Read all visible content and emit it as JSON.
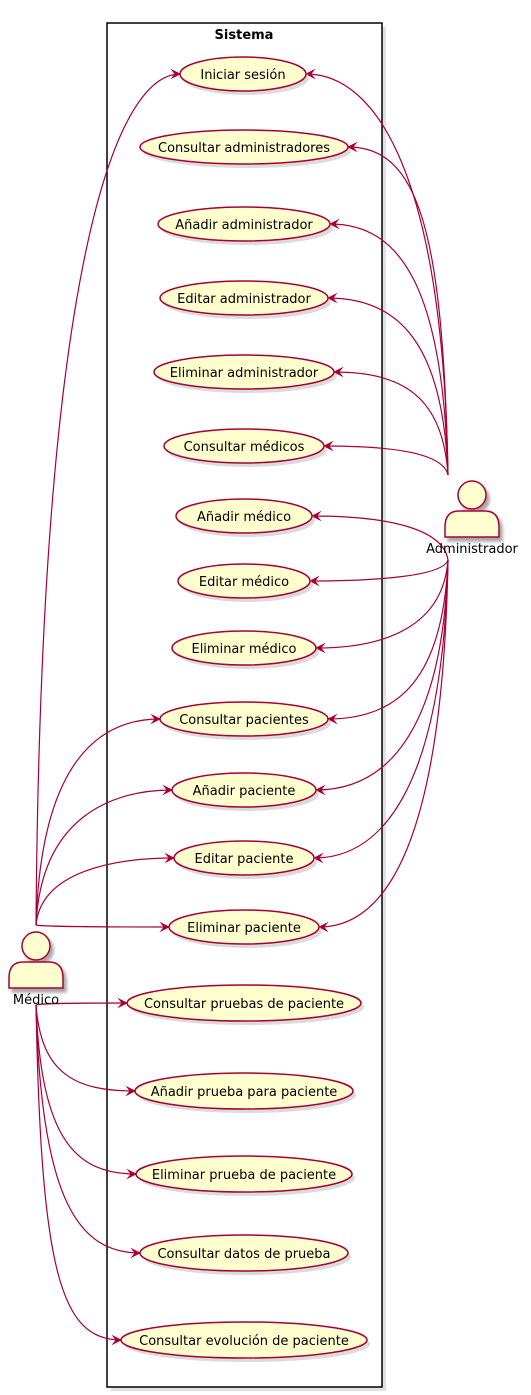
{
  "system": {
    "title": "Sistema"
  },
  "actors": {
    "medico": {
      "label": "Médico"
    },
    "admin": {
      "label": "Administrador"
    }
  },
  "use_cases": [
    {
      "id": "iniciar-sesion",
      "label": "Iniciar sesión",
      "actors": [
        "medico",
        "admin"
      ]
    },
    {
      "id": "consultar-administradores",
      "label": "Consultar administradores",
      "actors": [
        "admin"
      ]
    },
    {
      "id": "anadir-administrador",
      "label": "Añadir administrador",
      "actors": [
        "admin"
      ]
    },
    {
      "id": "editar-administrador",
      "label": "Editar administrador",
      "actors": [
        "admin"
      ]
    },
    {
      "id": "eliminar-administrador",
      "label": "Eliminar administrador",
      "actors": [
        "admin"
      ]
    },
    {
      "id": "consultar-medicos",
      "label": "Consultar médicos",
      "actors": [
        "admin"
      ]
    },
    {
      "id": "anadir-medico",
      "label": "Añadir médico",
      "actors": [
        "admin"
      ]
    },
    {
      "id": "editar-medico",
      "label": "Editar médico",
      "actors": [
        "admin"
      ]
    },
    {
      "id": "eliminar-medico",
      "label": "Eliminar médico",
      "actors": [
        "admin"
      ]
    },
    {
      "id": "consultar-pacientes",
      "label": "Consultar pacientes",
      "actors": [
        "medico",
        "admin"
      ]
    },
    {
      "id": "anadir-paciente",
      "label": "Añadir paciente",
      "actors": [
        "medico",
        "admin"
      ]
    },
    {
      "id": "editar-paciente",
      "label": "Editar paciente",
      "actors": [
        "medico",
        "admin"
      ]
    },
    {
      "id": "eliminar-paciente",
      "label": "Eliminar paciente",
      "actors": [
        "medico",
        "admin"
      ]
    },
    {
      "id": "consultar-pruebas-de-paciente",
      "label": "Consultar pruebas de paciente",
      "actors": [
        "medico"
      ]
    },
    {
      "id": "anadir-prueba-para-paciente",
      "label": "Añadir prueba para paciente",
      "actors": [
        "medico"
      ]
    },
    {
      "id": "eliminar-prueba-de-paciente",
      "label": "Eliminar prueba de paciente",
      "actors": [
        "medico"
      ]
    },
    {
      "id": "consultar-datos-de-prueba",
      "label": "Consultar datos de prueba",
      "actors": [
        "medico"
      ]
    },
    {
      "id": "consultar-evolucion-de-paciente",
      "label": "Consultar evolución de paciente",
      "actors": [
        "medico"
      ]
    }
  ],
  "colors": {
    "usecase_fill": "#FEFECE",
    "usecase_stroke": "#A80036",
    "edge": "#A80036",
    "system_border": "#000000",
    "shadow": "#CCCCCC"
  }
}
